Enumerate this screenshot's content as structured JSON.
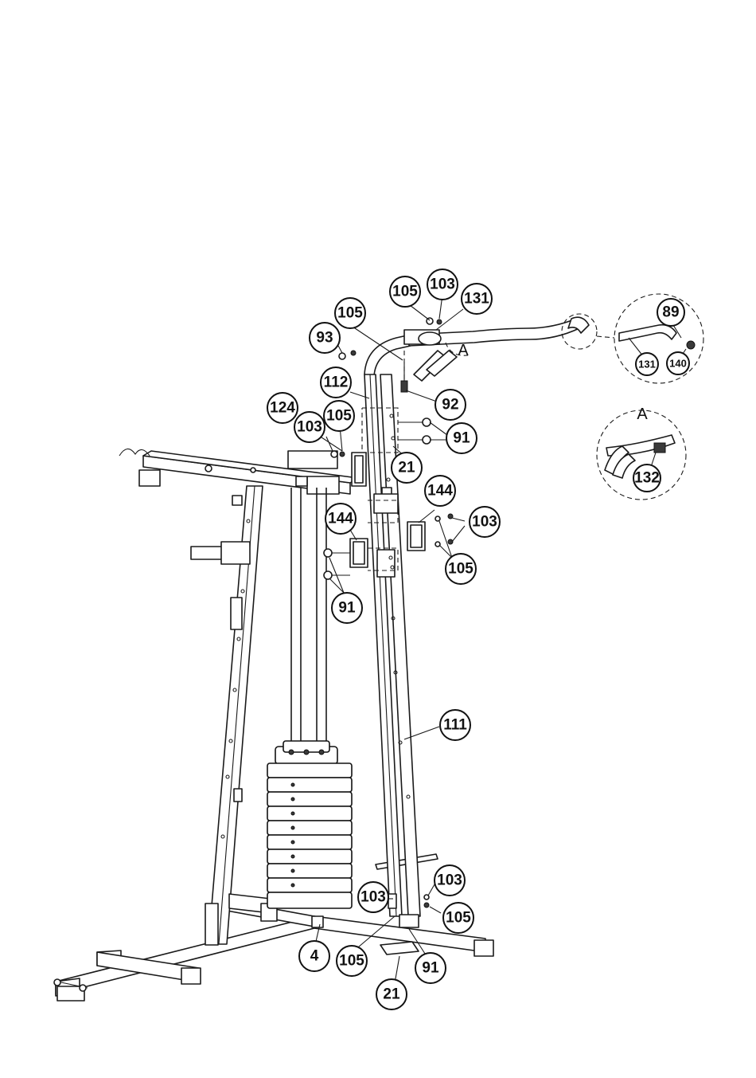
{
  "callouts": [
    {
      "id": "c-105-top",
      "text": "105"
    },
    {
      "id": "c-103-top",
      "text": "103"
    },
    {
      "id": "c-131-top",
      "text": "131"
    },
    {
      "id": "c-105-b",
      "text": "105"
    },
    {
      "id": "c-93",
      "text": "93"
    },
    {
      "id": "c-112",
      "text": "112"
    },
    {
      "id": "c-92",
      "text": "92"
    },
    {
      "id": "c-124",
      "text": "124"
    },
    {
      "id": "c-103-b",
      "text": "103"
    },
    {
      "id": "c-105-c",
      "text": "105"
    },
    {
      "id": "c-91-a",
      "text": "91"
    },
    {
      "id": "c-21-a",
      "text": "21"
    },
    {
      "id": "c-144-a",
      "text": "144"
    },
    {
      "id": "c-144-b",
      "text": "144"
    },
    {
      "id": "c-103-c",
      "text": "103"
    },
    {
      "id": "c-105-d",
      "text": "105"
    },
    {
      "id": "c-91-b",
      "text": "91"
    },
    {
      "id": "c-111",
      "text": "111"
    },
    {
      "id": "c-103-d",
      "text": "103"
    },
    {
      "id": "c-103-e",
      "text": "103"
    },
    {
      "id": "c-105-e",
      "text": "105"
    },
    {
      "id": "c-4",
      "text": "4"
    },
    {
      "id": "c-105-f",
      "text": "105"
    },
    {
      "id": "c-91-c",
      "text": "91"
    },
    {
      "id": "c-21-b",
      "text": "21"
    }
  ],
  "detail_top": {
    "callouts": [
      "89",
      "131",
      "140"
    ]
  },
  "detail_a": {
    "letter": "A",
    "callouts": [
      "132"
    ]
  },
  "arm_letter": "A"
}
